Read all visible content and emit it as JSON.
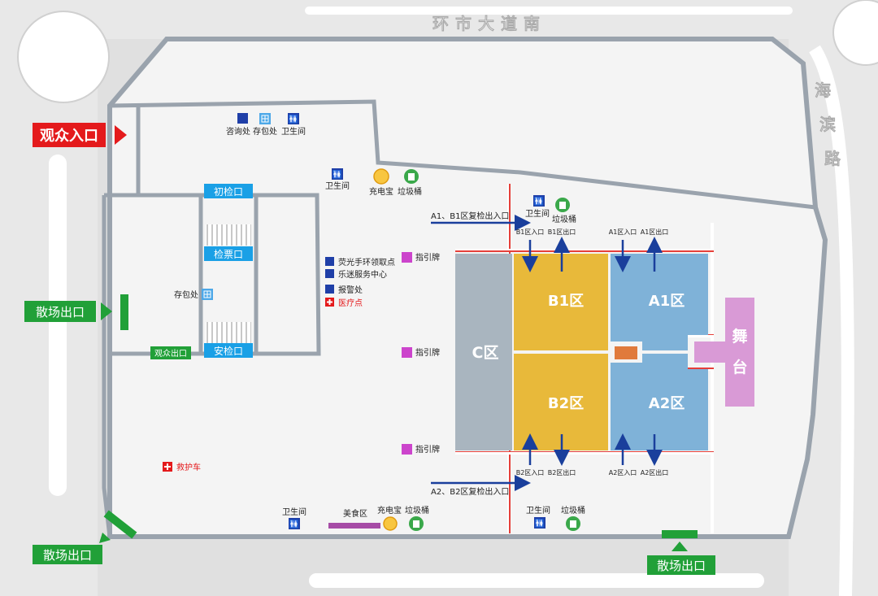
{
  "roads": {
    "top": "环市大道南",
    "right": "海滨路"
  },
  "entrance": {
    "main": "观众入口",
    "inner": "观众出口"
  },
  "exits": {
    "left": "散场出口",
    "bottom_left": "散场出口",
    "bottom_right": "散场出口"
  },
  "checkpoints": {
    "first": "初检口",
    "ticket": "检票口",
    "security": "安检口"
  },
  "zones": {
    "a1": "A1区",
    "a2": "A2区",
    "b1": "B1区",
    "b2": "B2区",
    "c": "C区",
    "stage": "舞台"
  },
  "zone_gates": {
    "b1_in": "B1区入口",
    "b1_out": "B1区出口",
    "a1_in": "A1区入口",
    "a1_out": "A1区出口",
    "b2_in": "B2区入口",
    "b2_out": "B2区出口",
    "a2_in": "A2区入口",
    "a2_out": "A2区出口"
  },
  "recheck": {
    "top": "A1、B1区复检出入口",
    "bottom": "A2、B2区复检出入口"
  },
  "facilities": {
    "info": "咨询处",
    "bag": "存包处",
    "bag2": "存包处",
    "toilet": "卫生间",
    "charger": "充电宝",
    "trash": "垃圾桶",
    "glow": "荧光手环领取点",
    "fan": "乐迷服务中心",
    "police": "报警处",
    "medical": "医疗点",
    "ambulance": "救护车",
    "food": "美食区",
    "sign": "指引牌"
  },
  "colors": {
    "gold": "#e8b93a",
    "blue": "#7fb2d8",
    "gray": "#a9b5bf",
    "stage": "#d99ad6",
    "exit_green": "#21a038",
    "entrance_red": "#e41a1c",
    "check_blue": "#1aa0e6",
    "arrow": "#1a3f9c",
    "wall": "#9aa3ad"
  }
}
